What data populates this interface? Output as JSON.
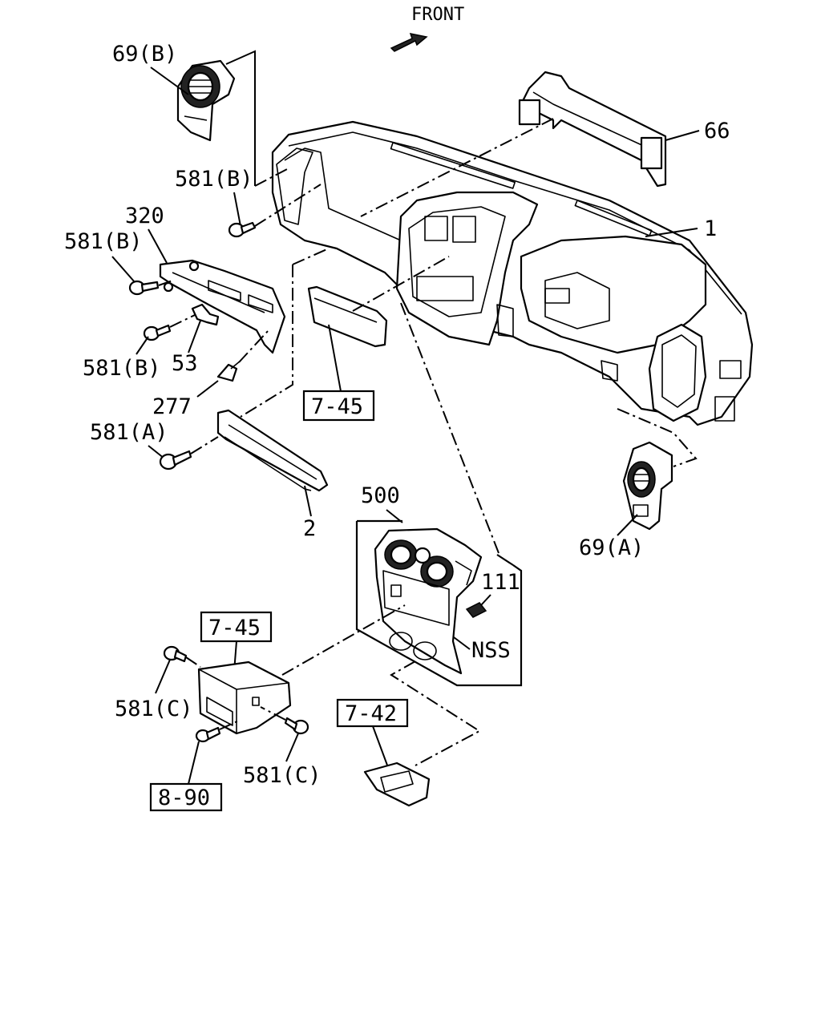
{
  "direction_label": "FRONT",
  "callouts": {
    "vent_left": "69(B)",
    "bracket_66": "66",
    "screw_581b_top": "581(B)",
    "dashboard": "1",
    "bracket_320": "320",
    "screw_581b_mid": "581(B)",
    "screw_581b_low": "581(B)",
    "clip_53": "53",
    "clip_277": "277",
    "ref_745_top": "7-45",
    "screw_581a": "581(A)",
    "brace_2": "2",
    "center_panel": "500",
    "vent_right": "69(A)",
    "part_111": "111",
    "nss": "NSS",
    "ref_745_bottom": "7-45",
    "screw_581c_left": "581(C)",
    "screw_581c_right": "581(C)",
    "ref_742": "7-42",
    "ref_890": "8-90"
  },
  "icons": [
    "front-arrow-icon"
  ]
}
